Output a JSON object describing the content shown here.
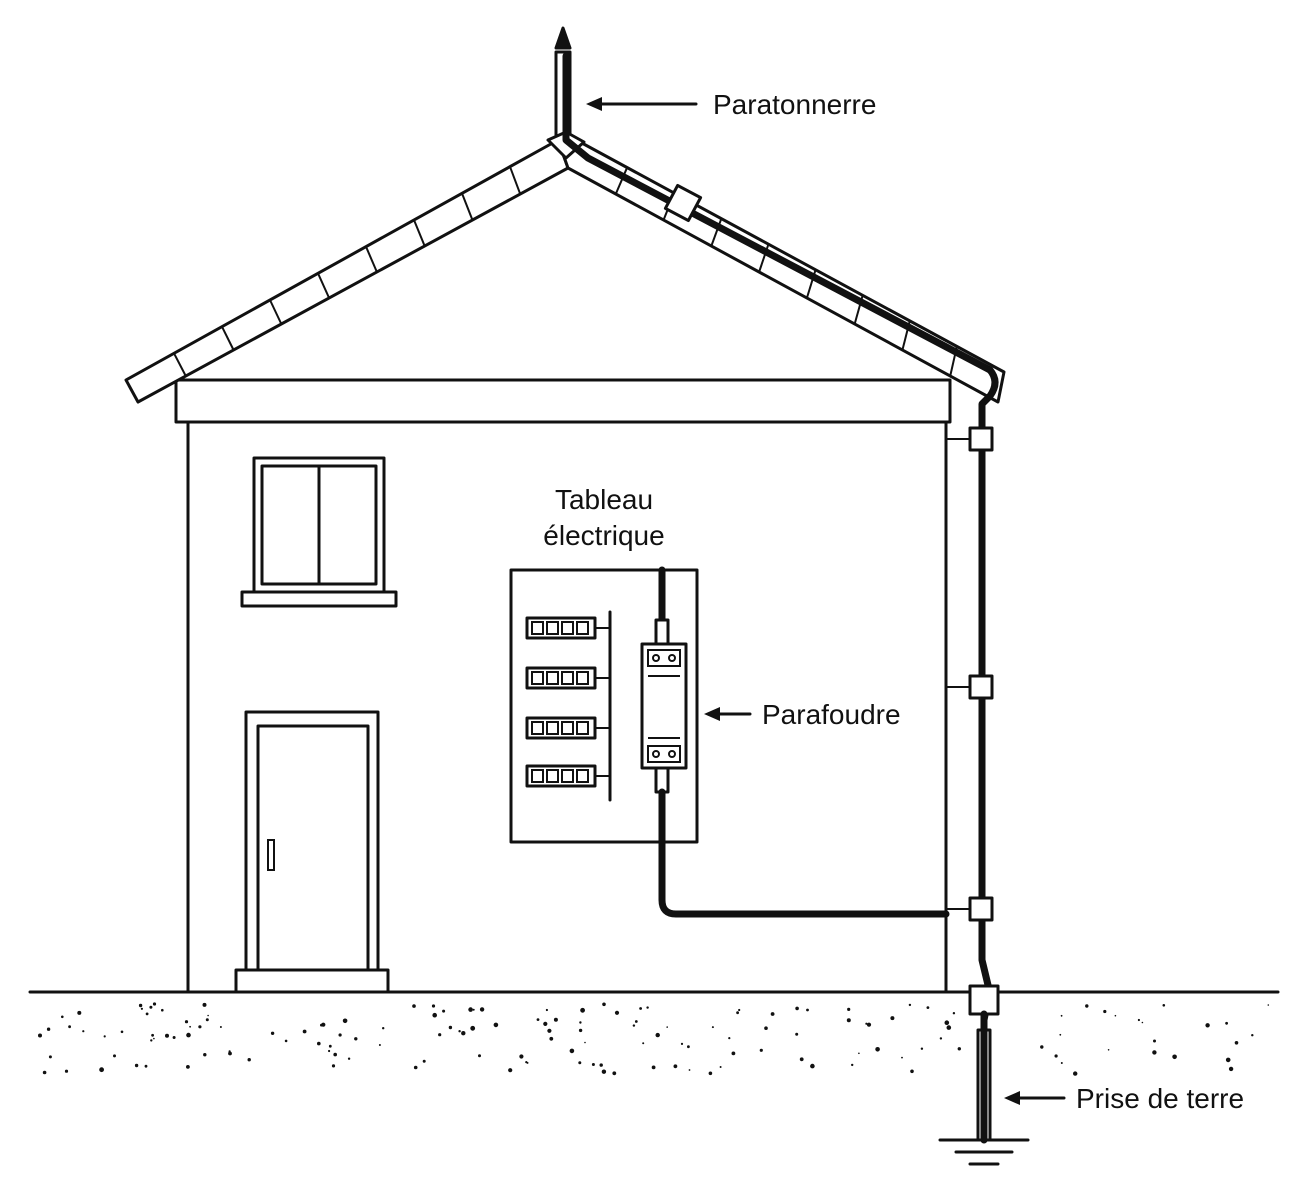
{
  "labels": {
    "lightning_rod": "Paratonnerre",
    "panel_line1": "Tableau",
    "panel_line2": "électrique",
    "surge_protector": "Parafoudre",
    "ground_rod": "Prise de terre"
  },
  "colors": {
    "ink": "#111111",
    "background": "#ffffff"
  }
}
